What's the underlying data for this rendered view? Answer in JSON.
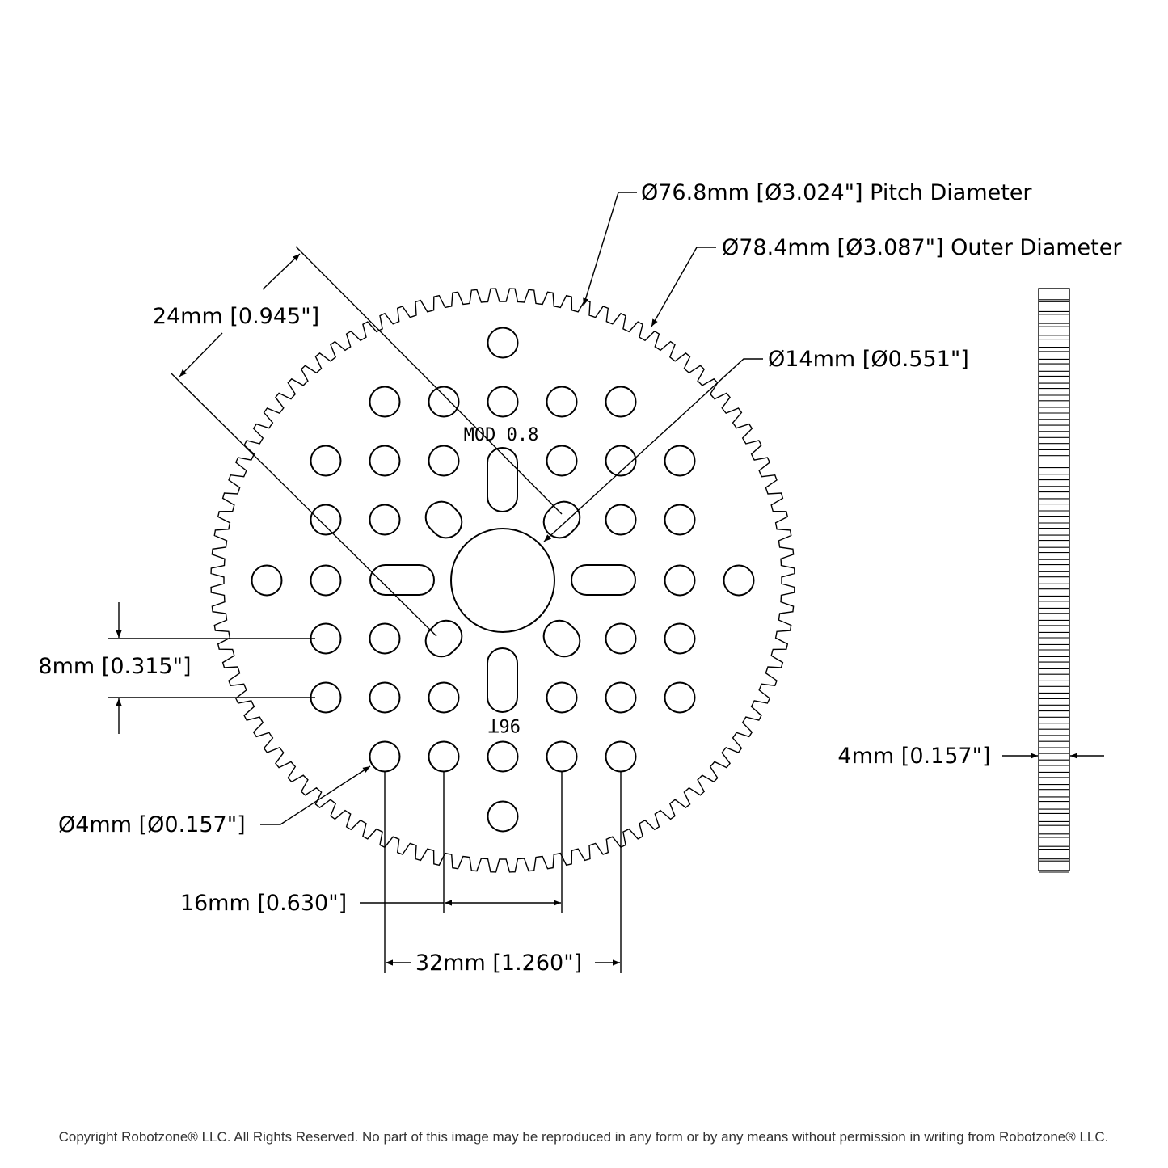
{
  "gear": {
    "teeth": 96,
    "module_label": "MOD 0.8",
    "teeth_label": "96T"
  },
  "dimensions": {
    "pitch_diameter": "Ø76.8mm [Ø3.024\"] Pitch Diameter",
    "outer_diameter": "Ø78.4mm [Ø3.087\"] Outer Diameter",
    "bore": "Ø14mm [Ø0.551\"]",
    "diagonal_spacing": "24mm [0.945\"]",
    "row_spacing": "8mm [0.315\"]",
    "hole_diameter": "Ø4mm [Ø0.157\"]",
    "spacing_16": "16mm [0.630\"]",
    "spacing_32": "32mm [1.260\"]",
    "thickness": "4mm [0.157\"]"
  },
  "footer": {
    "copyright": "Copyright Robotzone® LLC.  All Rights Reserved. No part of this image may be reproduced in any form or by any means without permission in writing from Robotzone® LLC."
  }
}
